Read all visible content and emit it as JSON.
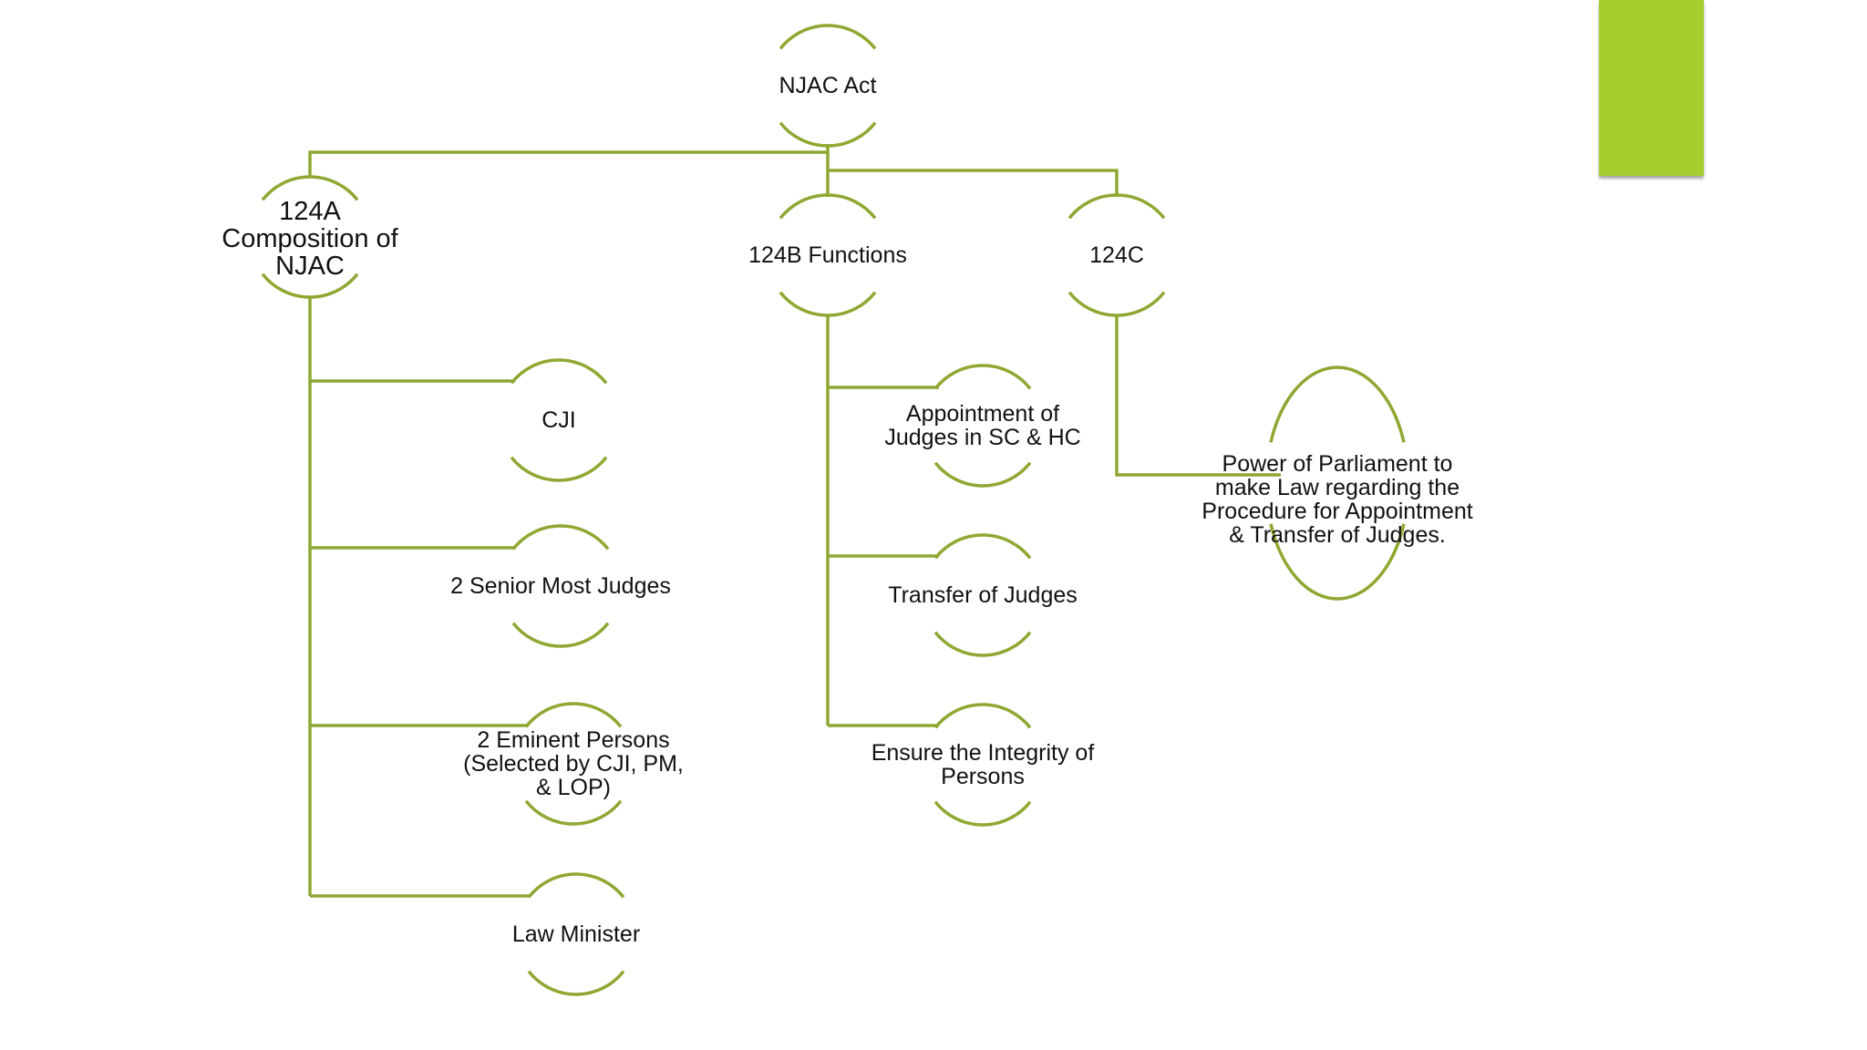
{
  "colors": {
    "line": "#8ea832",
    "accent": "#a4cf2e",
    "text": "#111111",
    "background": "#ffffff"
  },
  "diagram": {
    "root": {
      "label": "NJAC Act"
    },
    "branches": [
      {
        "label": "124A\nComposition of\nNJAC",
        "children": [
          {
            "label": "CJI"
          },
          {
            "label": "2 Senior Most Judges"
          },
          {
            "label": "2 Eminent Persons\n(Selected by CJI, PM,\n& LOP)"
          },
          {
            "label": "Law Minister"
          }
        ]
      },
      {
        "label": "124B Functions",
        "children": [
          {
            "label": "Appointment of\nJudges in SC & HC"
          },
          {
            "label": "Transfer of Judges"
          },
          {
            "label": "Ensure the Integrity of\nPersons"
          }
        ]
      },
      {
        "label": "124C",
        "children": [
          {
            "label": "Power of Parliament to\nmake Law regarding the\nProcedure for Appointment\n& Transfer of Judges."
          }
        ]
      }
    ]
  }
}
